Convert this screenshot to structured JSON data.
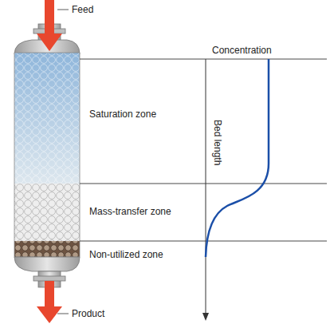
{
  "diagram": {
    "labels": [
      "Feed",
      "Concentration",
      "Saturation zone",
      "Bed length",
      "Mass-transfer zone",
      "Non-utilized zone",
      "Product"
    ]
  }
}
